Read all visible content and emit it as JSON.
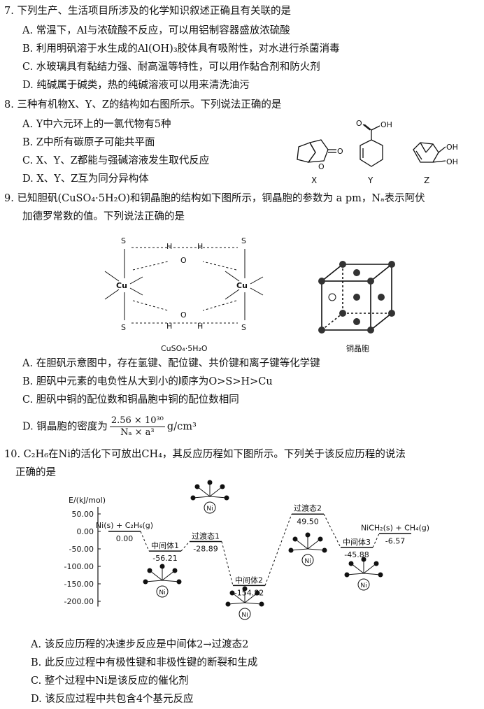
{
  "q7": {
    "stem": "7. 下列生产、生活项目所涉及的化学知识叙述正确且有关联的是",
    "options": [
      "A. 常温下，Al与浓硫酸不反应，可以用铝制容器盛放浓硫酸",
      "B. 利用明矾溶于水生成的Al(OH)₃胶体具有吸附性，对水进行杀菌消毒",
      "C. 水玻璃具有黏结力强、耐高温等特性，可以用作黏合剂和防火剂",
      "D. 纯碱属于碱类，热的纯碱溶液可以用来清洗油污"
    ]
  },
  "q8": {
    "stem": "8. 三种有机物X、Y、Z的结构如右图所示。下列说法正确的是",
    "options": [
      "A. Y中六元环上的一氯代物有5种",
      "B. Z中所有碳原子可能共平面",
      "C. X、Y、Z都能与强碱溶液发生取代反应",
      "D. X、Y、Z互为同分异构体"
    ],
    "labels": [
      "X",
      "Y",
      "Z"
    ],
    "atoms": {
      "o": "O",
      "oh": "OH"
    }
  },
  "q9": {
    "stem_line1": "9. 已知胆矾(CuSO₄·5H₂O)和铜晶胞的结构如下图所示，铜晶胞的参数为 a pm，Nₐ表示阿伏",
    "stem_line2": "加德罗常数的值。下列说法正确的是",
    "caption_left": "CuSO₄·5H₂O",
    "caption_right": "铜晶胞",
    "atoms": {
      "cu": "Cu",
      "s": "S",
      "o": "O",
      "h": "H"
    },
    "options": [
      "A. 在胆矾示意图中，存在氢键、配位键、共价键和离子键等化学键",
      "B. 胆矾中元素的电负性从大到小的顺序为O>S>H>Cu",
      "C. 胆矾中铜的配位数和铜晶胞中铜的配位数相同"
    ],
    "option_d_prefix": "D. 铜晶胞的密度为",
    "option_d_num": "2.56 × 10³⁰",
    "option_d_den": "Nₐ × a³",
    "option_d_unit": "g/cm³"
  },
  "q10": {
    "stem_line1": "10. C₂H₆在Ni的活化下可放出CH₄，其反应历程如下图所示。下列关于该反应历程的说法",
    "stem_line2": "正确的是",
    "ylabel": "E/(kJ/mol)",
    "ticks": [
      "50.00",
      "0.00",
      "-50.00",
      "-100.00",
      "-150.00",
      "-200.00"
    ],
    "ni_label": "Ni",
    "states": [
      {
        "name": "Ni(s) + C₂H₆(g)",
        "value": "0.00"
      },
      {
        "name": "中间体1",
        "value": "-56.21"
      },
      {
        "name": "过渡态1",
        "value": "-28.89"
      },
      {
        "name": "中间体2",
        "value": "-154.82"
      },
      {
        "name": "过渡态2",
        "value": "49.50"
      },
      {
        "name": "中间体3",
        "value": "-45.88"
      },
      {
        "name": "NiCH₂(s) + CH₄(g)",
        "value": "-6.57"
      }
    ],
    "options": [
      "A. 该反应历程的决速步反应是中间体2→过渡态2",
      "B. 此反应过程中有极性键和非极性键的断裂和生成",
      "C. 整个过程中Ni是该反应的催化剂",
      "D. 该反应过程中共包含4个基元反应"
    ]
  }
}
